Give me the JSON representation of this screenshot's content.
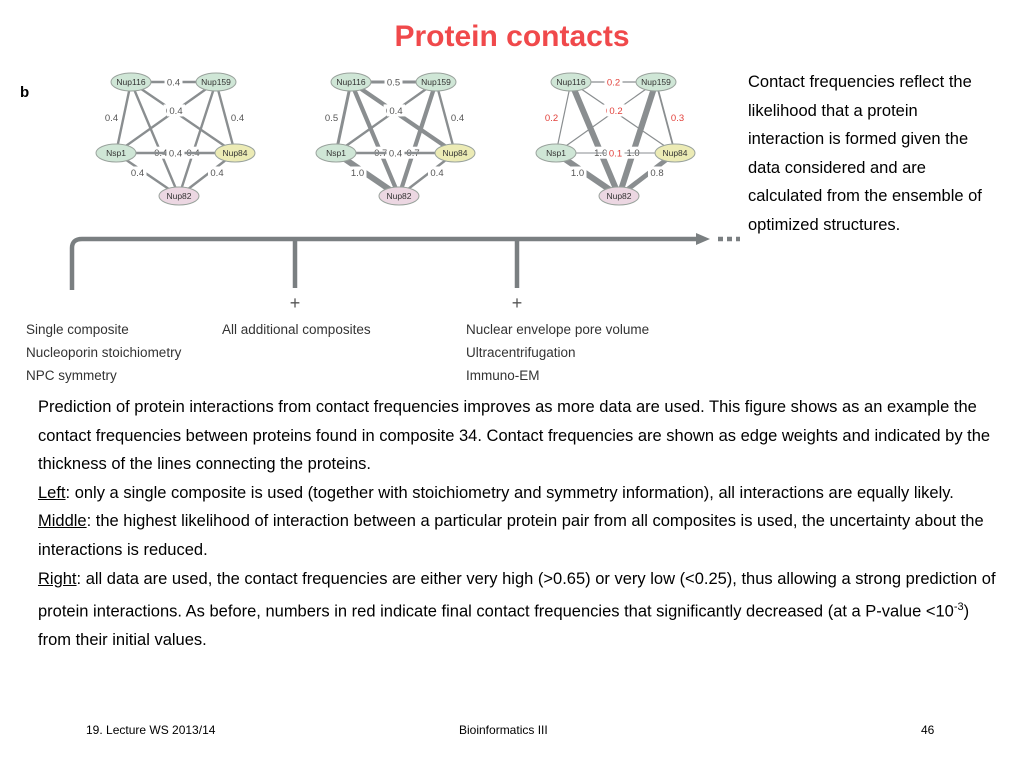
{
  "title": "Protein contacts",
  "figure": {
    "panel_label": "b",
    "nodes": [
      "Nup116",
      "Nup159",
      "Nsp1",
      "Nup84",
      "Nup82"
    ],
    "node_colors": {
      "Nup116": "#cfe6d6",
      "Nup159": "#cfe6d6",
      "Nsp1": "#cfe6d6",
      "Nup84": "#ecebb5",
      "Nup82": "#ecd7e2"
    },
    "label_color_default": "#555555",
    "label_color_decreased": "#e2413b",
    "networks": [
      {
        "edges": [
          {
            "a": "Nup116",
            "b": "Nup159",
            "w": "0.4"
          },
          {
            "a": "Nup116",
            "b": "Nsp1",
            "w": "0.4"
          },
          {
            "a": "Nup159",
            "b": "Nup84",
            "w": "0.4"
          },
          {
            "a": "Nup116",
            "b": "Nup84",
            "w": "0.4"
          },
          {
            "a": "Nup159",
            "b": "Nsp1",
            "w": "0.4"
          },
          {
            "a": "Nup116",
            "b": "Nup82",
            "w": "0.4"
          },
          {
            "a": "Nup159",
            "b": "Nup82",
            "w": "0.4"
          },
          {
            "a": "Nsp1",
            "b": "Nup84",
            "w": "0.4"
          },
          {
            "a": "Nsp1",
            "b": "Nup82",
            "w": "0.4"
          },
          {
            "a": "Nup84",
            "b": "Nup82",
            "w": "0.4"
          }
        ]
      },
      {
        "edges": [
          {
            "a": "Nup116",
            "b": "Nup159",
            "w": "0.5"
          },
          {
            "a": "Nup116",
            "b": "Nsp1",
            "w": "0.5"
          },
          {
            "a": "Nup159",
            "b": "Nup84",
            "w": "0.4"
          },
          {
            "a": "Nup116",
            "b": "Nup84",
            "w": "0.7"
          },
          {
            "a": "Nup159",
            "b": "Nsp1",
            "w": "0.4"
          },
          {
            "a": "Nup116",
            "b": "Nup82",
            "w": "0.7"
          },
          {
            "a": "Nup159",
            "b": "Nup82",
            "w": "0.7"
          },
          {
            "a": "Nsp1",
            "b": "Nup84",
            "w": "0.4"
          },
          {
            "a": "Nsp1",
            "b": "Nup82",
            "w": "1.0"
          },
          {
            "a": "Nup84",
            "b": "Nup82",
            "w": "0.4"
          }
        ]
      },
      {
        "edges": [
          {
            "a": "Nup116",
            "b": "Nup159",
            "w": "0.2",
            "decreased": true
          },
          {
            "a": "Nup116",
            "b": "Nsp1",
            "w": "0.2",
            "decreased": true
          },
          {
            "a": "Nup159",
            "b": "Nup84",
            "w": "0.3",
            "decreased": true
          },
          {
            "a": "Nup116",
            "b": "Nup84",
            "w": "0.2",
            "decreased": true
          },
          {
            "a": "Nup159",
            "b": "Nsp1",
            "w": "0.2",
            "decreased": true
          },
          {
            "a": "Nup116",
            "b": "Nup82",
            "w": "1.0"
          },
          {
            "a": "Nup159",
            "b": "Nup82",
            "w": "1.0"
          },
          {
            "a": "Nsp1",
            "b": "Nup84",
            "w": "0.1",
            "decreased": true
          },
          {
            "a": "Nsp1",
            "b": "Nup82",
            "w": "1.0"
          },
          {
            "a": "Nup84",
            "b": "Nup82",
            "w": "0.8"
          }
        ]
      }
    ],
    "plus_signs": [
      "+",
      "+"
    ],
    "evidence": {
      "left": [
        "Single composite",
        "Nucleoporin stoichiometry",
        "NPC symmetry"
      ],
      "middle": [
        "All additional composites"
      ],
      "right": [
        "Nuclear envelope pore volume",
        "Ultracentrifugation",
        "Immuno-EM"
      ]
    }
  },
  "side_note": "Contact frequencies reflect the likelihood that a protein interaction is formed given the data considered and are calculated from the ensemble of optimized structures.",
  "description": {
    "intro": "Prediction of protein interactions from contact frequencies improves as more data are used. This figure shows as an example the contact frequencies between proteins found in composite 34.  Contact frequencies are shown as edge weights and indicated by the thickness of the lines connecting the proteins.",
    "left_label": "Left",
    "left_text": ": only a single composite is used (together with stoichiometry and symmetry information), all interactions are equally likely.",
    "middle_label": "Middle",
    "middle_text": ": the highest likelihood of interaction between a particular protein pair from all composites is used, the uncertainty about the interactions is reduced.",
    "right_label": "Right",
    "right_text_1": ": all data are used, the contact frequencies are either very high (>0.65) or very low (<0.25), thus allowing a strong prediction of protein interactions. As before, numbers in red indicate final contact frequencies that significantly decreased (at a P-value <10",
    "right_exponent": "-3",
    "right_text_2": ") from their initial values."
  },
  "footer": {
    "left": "19. Lecture WS 2013/14",
    "center": "Bioinformatics III",
    "right": "46"
  }
}
